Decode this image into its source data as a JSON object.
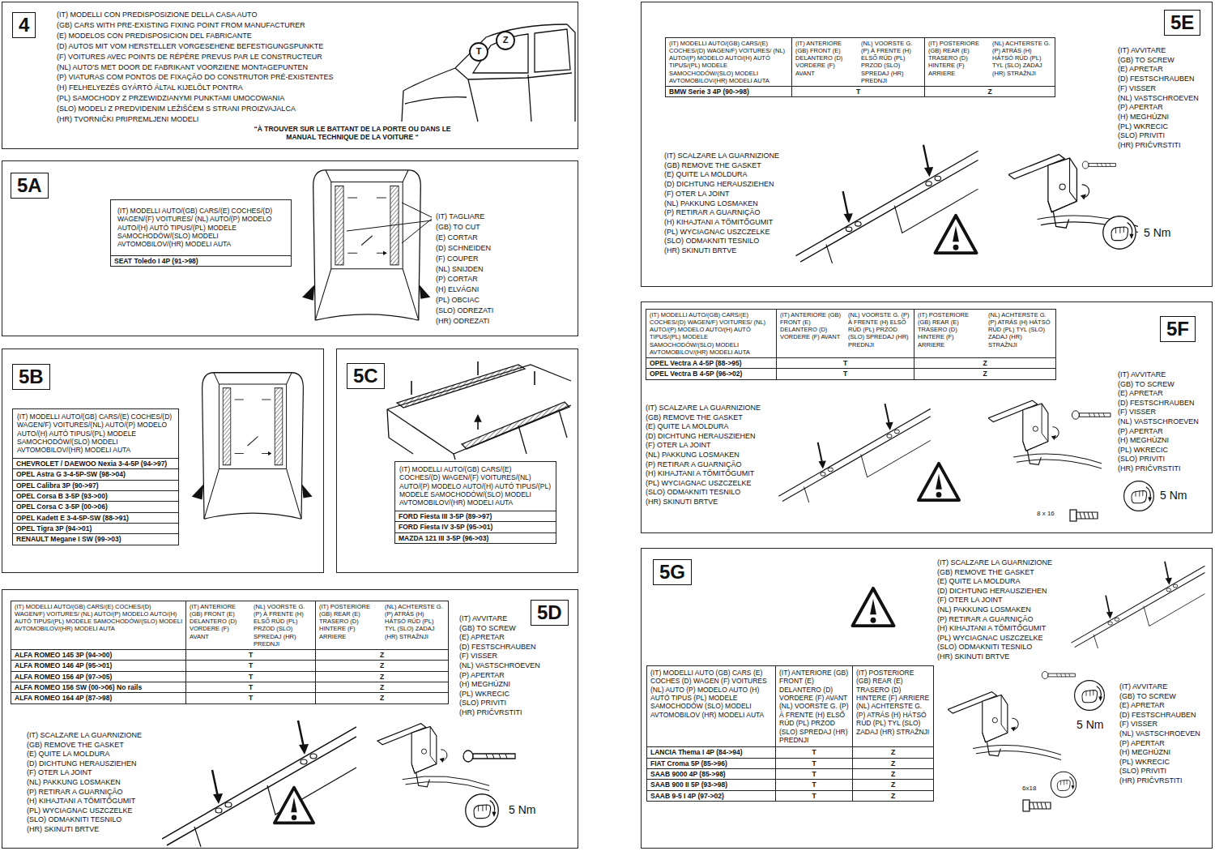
{
  "diagram": {
    "nodes": [
      {
        "text": [
          "4"
        ]
      },
      {
        "text": [
          "5A"
        ]
      },
      {
        "text": [
          "(IT) MODELLI AUTO/(GB) CARS/(E) COCHES/(D) WAGEN/(F) VOITURES/ (NL) AUTO/(P) MODELO AUTO/(H) AUTÓ TIPUS/(PL) MODELE SAMOCHODÓW/(SLO) MODELI AVTOMOBILOV/(HR) MODELI AUTA",
          "SEAT Toledo I 4P (91->98)"
        ],
        "in": 1
      },
      {
        "text": [
          "5B"
        ]
      },
      {
        "text": [
          "(IT) MODELLI AUTO/(GB) CARS/(E) COCHES/(D) WAGEN/F) VOITURES/(NL) AUTO/(P) MODELO AUTO/(H) AUTÓ TIPUS/(PL) MODELE SAMOCHODÓW/(SLO) MODELI AVTOMOBILOV/(HR) MODELI AUTA",
          "CHEVROLET / DAEWOO Nexia 3-4-5P (94->97)",
          "OPEL Astra G 3-4-5P-SW (98->04)",
          "OPEL Calibra 3P (90->97)",
          "OPEL Corsa B 3-5P (93->00)",
          "OPEL Corsa C 3-5P (00->06)",
          "OPEL Kadett E 3-4-5P-SW (88->91)",
          "OPEL Tigra 3P (94->01)",
          "RENAULT Megane I SW (99->03)"
        ],
        "in": 3
      },
      {
        "text": [
          "5C"
        ]
      },
      {
        "text": [
          "(IT) MODELLI AUTO/(GB) CARS/(E) COCHES/(D) WAGEN/(F) VOITURES/(NL) AUTO/(P) MODELO AUTO/(H) AUTÓ TIPUS/(PL) MODELE SAMOCHODÓW/(SLO) MODELI AVTOMOBILOV/(HR) MODELI AUTA",
          "FORD Fiesta III 3-5P (89->97)",
          "FORD Fiesta IV 3-5P (95->01)",
          "MAZDA 121 III 3-5P (96->03)"
        ],
        "in": 5
      },
      {
        "text": [
          "5D"
        ]
      },
      {
        "text": [
          "(IT) MODELLI AUTO/(GB) CARS/(E) COCHES/(D) WAGEN/F) VOITURES/ (NL) AUTO/(P) MODELO AUTO/(H) AUTÓ TIPUS/(PL) MODELE SAMOCHODÓW/(SLO) MODELI AVTOMOBILOV/(HR) MODELI AUTA",
          "(IT) ANTERIORE (GB) FRONT (E) DELANTERO (D) VORDERE (F) AVANT",
          "(NL) VOORSTE G. (P) À FRENTE (H) ELSŐ RÚD (PL) PRZOD (SLO) SPREDAJ (HR) PREDNJI",
          "(IT) POSTERIORE (GB) REAR (E) TRASERO (D) HINTERE (F) ARRIERE",
          "(NL) ACHTERSTE G. (P) ATRÁS (H) HÁTSÓ RÚD (PL) TYL (SLO) ZADAJ (HR) STRAŽNJI",
          "ALFA ROMEO 145 3P (94->00)",
          "T",
          "Z",
          "ALFA ROMEO 146 4P (95->01)",
          "T",
          "Z",
          "ALFA ROMEO 156 4P (97->05)",
          "T",
          "Z",
          "ALFA ROMEO 156 SW (00->06) No rails",
          "T",
          "Z",
          "ALFA ROMEO 164 4P (87->98)",
          "T",
          "Z"
        ],
        "in": 7
      },
      {
        "text": [
          "5E"
        ]
      },
      {
        "text": [
          "(IT) MODELLI AUTO/(GB) CARS/(E) COCHES/(D) WAGEN/F) VOITURES/ (NL) AUTO/(P) MODELO AUTO/(H) AUTÓ TIPUS/(PL) MODELE SAMOCHODÓW/(SLO) MODELI AVTOMOBILOV/(HR) MODELI AUTA",
          "(IT) ANTERIORE (GB) FRONT (E) DELANTERO (D) VORDERE (F) AVANT",
          "(NL) VOORSTE G. (P) À FRENTE (H) ELSŐ RÚD (PL) PRZOD (SLO) SPREDAJ (HR) PREDNJI",
          "(IT) POSTERIORE (GB) REAR (E) TRASERO (D) HINTERE (F) ARRIERE",
          "(NL) ACHTERSTE G. (P) ATRÁS (H) HÁTSÓ RÚD (PL) TYL (SLO) ZADAJ (HR) STRAŽNJI",
          "BMW Serie 3 4P (90->98)",
          "T",
          "Z"
        ],
        "in": 9
      },
      {
        "text": [
          "5F"
        ]
      },
      {
        "text": [
          "(IT) MODELLI AUTO/(GB) CARS/(E) COCHES/(D) WAGEN/F) VOITURES/ (NL) AUTO/(P) MODELO AUTO/(H) AUTÓ TIPUS/(PL) MODELE SAMOCHODÓW/(SLO) MODELI AVTOMOBILOV/(HR) MODELI AUTA",
          "(IT) ANTERIORE (GB) FRONT (E) DELANTERO (D) VORDERE (F) AVANT",
          "(NL) VOORSTE G. (P) À FRENTE (H) ELSŐ RÚD (PL) PRZOD (SLO) SPREDAJ (HR) PREDNJI",
          "(IT) POSTERIORE (GB) REAR (E) TRASERO (D) HINTERE (F) ARRIERE",
          "(NL) ACHTERSTE G. (P) ATRÁS (H) HÁTSÓ RÚD (PL) TYL (SLO) ZADAJ (HR) STRAŽNJI",
          "OPEL Vectra A 4-5P (88->95)",
          "T",
          "Z",
          "OPEL Vectra B 4-5P (96->02)",
          "T",
          "Z"
        ],
        "in": 11
      },
      {
        "text": [
          "5G"
        ]
      },
      {
        "text": [
          "(IT) MODELLI AUTO (GB) CARS (E) COCHES (D) WAGEN (F) VOITURES (NL) AUTO (P) MODELO AUTO (H) AUTÓ TIPUS (PL) MODELE SAMOCHODÓW (SLO) MODELI AVTOMOBILOV (HR) MODELI AUTA",
          "(IT) ANTERIORE (GB) FRONT (E) DELANTERO (D) VORDERE (F) AVANT (NL) VOORSTE G. (P) À FRENTE (H) ELSŐ RÚD (PL) PRZOD (SLO) SPREDAJ (HR) PREDNJI",
          "(IT) POSTERIORE (GB) REAR (E) TRASERO (D) HINTERE (F) ARRIERE (NL) ACHTERSTE G. (P) ATRÁS (H) HÁTSÓ RÚD (PL) TYL (SLO) ZADAJ (HR) STRAŽNJI",
          "LANCIA Thema I 4P (84->94)",
          "T",
          "Z",
          "FIAT Croma 5P (85->96)",
          "T",
          "Z",
          "SAAB 9000 4P (85->98)",
          "T",
          "Z",
          "SAAB 900 II 5P (93->98)",
          "T",
          "Z",
          "SAAB 9-5 I 4P (97->02)",
          "T",
          "Z"
        ],
        "in": 13
      }
    ],
    "labels": [
      "(IT) MODELLI CON PREDISPOSIZIONE DELLA CASA AUTO",
      "(GB) CARS WITH PRE-EXISTING FIXING POINT FROM MANUFACTURER",
      "(E) MODELOS CON PREDISPOSICION DEL FABRICANTE",
      "(D) AUTOS MIT VOM HERSTELLER VORGESEHENE BEFESTIGUNGSPUNKTE",
      "(F) VOITURES AVEC POINTS DE RÉPÈRE PREVUS PAR LE CONSTRUCTEUR",
      "(NL) AUTO'S MET DOOR DE FABRIKANT VOORZIENE MONTAGEPUNTEN",
      "(P) VIATURAS COM PONTOS DE FIXAÇÃO DO CONSTRUTOR PRÉ-EXISTENTES",
      "(H) FELHELYEZÉS GYÁRTÓ ÁLTAL KIJELÖLT PONTRA",
      "(PL) SAMOCHODY Z PRZEWIDZIANYMI PUNKTAMI UMOCOWANIA",
      "(SLO) MODELI Z PREDVIDENIM LEŽIŠČEM S STRANI PROIZVAJALCA",
      "(HR) TVORNIČKI PRIPREMLJENI MODELI",
      "“À TROUVER SUR LE BATTANT DE LA PORTE OU DANS LE MANUAL TECHNIQUE DE LA VOITURE “",
      "T",
      "Z",
      "(IT) TAGLIARE",
      "(GB) TO CUT",
      "(E) CORTAR",
      "(D) SCHNEIDEN",
      "(F) COUPER",
      "(NL) SNIJDEN",
      "(P) CORTAR",
      "(H) ELVÁGNI",
      "(PL) OBCIAC",
      "(SLO) ODREZATI",
      "(HR) ODREZATI",
      "(IT) AVVITARE",
      "(GB) TO SCREW",
      "(E) APRETAR",
      "(D) FESTSCHRAUBEN",
      "(F) VISSER",
      "(NL) VASTSCHROEVEN",
      "(P) APERTAR",
      "(H) MEGHÚZNI",
      "(PL) WKRECIC",
      "(SLO) PRIVITI",
      "(HR) PRIČVRSTITI",
      "(IT) SCALZARE LA GUARNIZIONE",
      "(GB) REMOVE THE GASKET",
      "(E) QUITE LA MOLDURA",
      "(D) DICHTUNG HERAUSZIEHEN",
      "(F) OTER LA JOINT",
      "(NL) PAKKUNG LOSMAKEN",
      "(P) RETIRAR A GUARNIÇÃO",
      "(H) KIHAJTANI A TÖMITŐGUMIT",
      "(PL) WYCIAGNAC USZCZELKE",
      "(SLO) ODMAKNITI TESNILO",
      "(HR) SKINUTI BRTVE",
      "5 Nm",
      "(IT) SCALZARE LA GUARNIZIONE",
      "(GB) REMOVE THE GASKET",
      "(E) QUITE LA MOLDURA",
      "(D) DICHTUNG HERAUSZIEHEN",
      "(F) OTER LA JOINT",
      "(NL) PAKKUNG LOSMAKEN",
      "(P) RETIRAR A GUARNIÇÃO",
      "(H) KIHAJTANI A TÖMITŐGUMIT",
      "(PL) WYCIAGNAC USZCZELKE",
      "(SLO) ODMAKNITI TESNILO",
      "(HR) SKINUTI BRTVE",
      "(IT) AVVITARE",
      "(GB) TO SCREW",
      "(E) APRETAR",
      "(D) FESTSCHRAUBEN",
      "(F) VISSER",
      "(NL) VASTSCHROEVEN",
      "(P) APERTAR",
      "(H) MEGHÚZNI",
      "(PL) WKRECIC",
      "(SLO) PRIVITI",
      "(HR) PRIČVRSTITI",
      "5 Nm",
      "(IT) SCALZARE LA GUARNIZIONE",
      "(GB) REMOVE THE GASKET",
      "(E) QUITE LA MOLDURA",
      "(D) DICHTUNG HERAUSZIEHEN",
      "(F) OTER LA JOINT",
      "(NL) PAKKUNG LOSMAKEN",
      "(P) RETIRAR A GUARNIÇÃO",
      "(H) KIHAJTANI A TÖMITŐGUMIT",
      "(PL) WYCIAGNAC USZCZELKE",
      "(SLO) ODMAKNITI TESNILO",
      "(HR) SKINUTI BRTVE",
      "(IT) AVVITARE",
      "(GB) TO SCREW",
      "(E) APRETAR",
      "(D) FESTSCHRAUBEN",
      "(F) VISSER",
      "(NL) VASTSCHROEVEN",
      "(P) APERTAR",
      "(H) MEGHÚZNI",
      "(PL) WKRECIC",
      "(SLO) PRIVITI",
      "(HR) PRIČVRSTITI",
      "5 Nm",
      "8 x 16",
      "(IT) SCALZARE LA GUARNIZIONE",
      "(GB) REMOVE THE GASKET",
      "(E) QUITE LA MOLDURA",
      "(D) DICHTUNG HERAUSZIEHEN",
      "(F) OTER LA JOINT",
      "(NL) PAKKUNG LOSMAKEN",
      "(P) RETIRAR A GUARNIÇÃO",
      "(H) KIHAJTANI A TÖMITŐGUMIT",
      "(PL) WYCIAGNAC USZCZELKE",
      "(SLO) ODMAKNITI TESNILO",
      "(HR) SKINUTI BRTVE",
      "(IT) AVVITARE",
      "(GB) TO SCREW",
      "(E) APRETAR",
      "(D) FESTSCHRAUBEN",
      "(F) VISSER",
      "(NL) VASTSCHROEVEN",
      "(P) APERTAR",
      "(H) MEGHÚZNI",
      "(PL) WKRECIC",
      "(SLO) PRIVITI",
      "(HR) PRIČVRSTITI",
      "5 Nm",
      "6x18"
    ]
  }
}
